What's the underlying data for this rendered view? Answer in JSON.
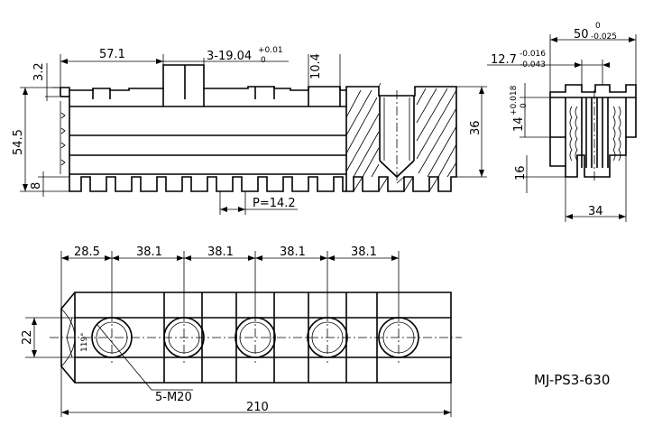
{
  "drawing": {
    "model": "MJ-PS3-630",
    "side_view": {
      "dim_top_step": "3.2",
      "dim_left_length": "57.1",
      "dim_slots": "3-19.04",
      "dim_slots_tol_upper": "+0.01",
      "dim_slots_tol_lower": "0",
      "dim_slot_depth": "10.4",
      "dim_overall_height": "54.5",
      "dim_bottom": "8",
      "dim_block_height": "36",
      "dim_pitch": "P=14.2"
    },
    "end_view": {
      "dim_width": "50",
      "dim_width_tol_upper": "0",
      "dim_width_tol_lower": "-0.025",
      "dim_key_width": "12.7",
      "dim_key_tol_upper": "-0.016",
      "dim_key_tol_lower": "-0.043",
      "dim_key_height": "14",
      "dim_key_height_tol_upper": "+0.018",
      "dim_key_height_tol_lower": "0",
      "dim_base_height": "16",
      "dim_base_width": "34"
    },
    "top_view": {
      "dim_first_hole": "28.5",
      "hole_spacing": [
        "38.1",
        "38.1",
        "38.1",
        "38.1"
      ],
      "dim_left_width": "22",
      "dim_angle": "119°",
      "dim_thread": "5-M20",
      "dim_overall_length": "210"
    }
  }
}
